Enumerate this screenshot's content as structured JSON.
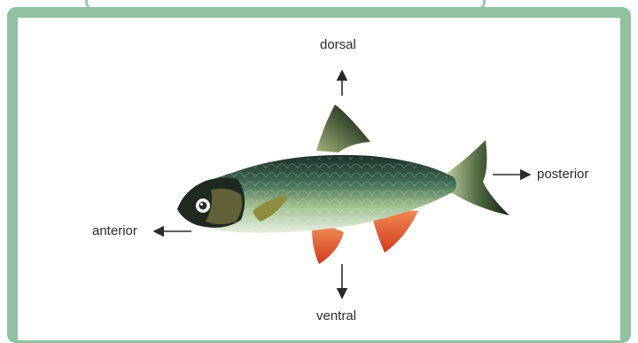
{
  "labels": {
    "dorsal": "dorsal",
    "ventral": "ventral",
    "anterior": "anterior",
    "posterior": "posterior"
  },
  "colors": {
    "frame": "#8fc2a0",
    "fish_back": "#1f3a30",
    "fish_belly": "#d8e6cf",
    "fin_red": "#e2522c"
  }
}
